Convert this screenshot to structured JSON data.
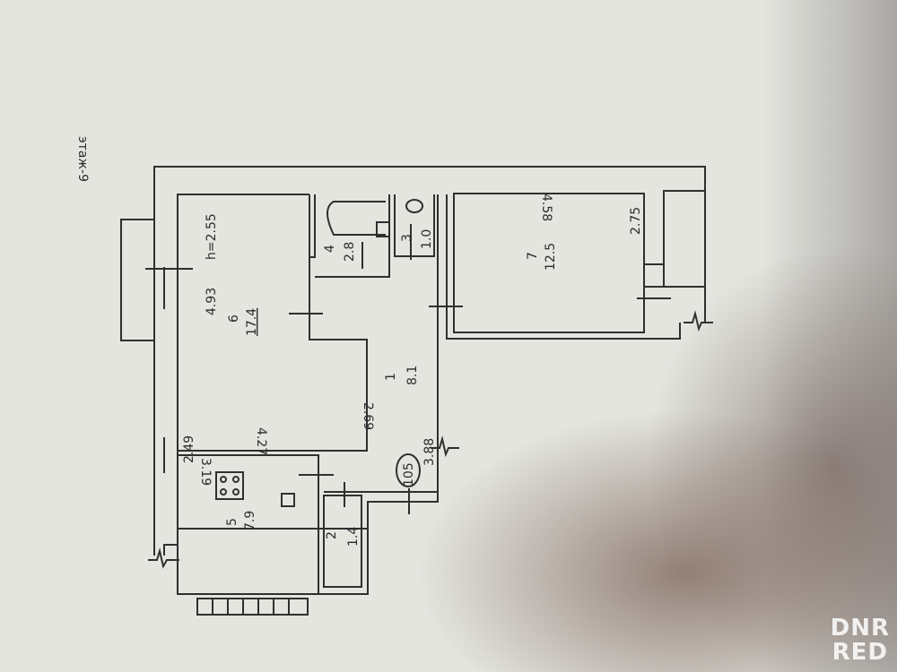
{
  "floor_label": "этаж-9",
  "ceiling_height": "h=2.55",
  "apartment_number": "105",
  "rooms": [
    {
      "num": "1",
      "area": "8.1"
    },
    {
      "num": "2",
      "area": "1.4"
    },
    {
      "num": "3",
      "area": "1.0"
    },
    {
      "num": "4",
      "area": "2.8"
    },
    {
      "num": "5",
      "area": "7.9"
    },
    {
      "num": "6",
      "area": "17.4"
    },
    {
      "num": "7",
      "area": "12.5"
    }
  ],
  "dimensions": {
    "room6_length": "4.93",
    "room6_width": "4.27",
    "room5_width": "3.19",
    "room5_length": "2.49",
    "hall_width": "2.69",
    "hall_length": "3.88",
    "room7_length": "4.58",
    "room7_width": "2.75"
  },
  "watermark": {
    "line1": "DNR",
    "line2": "RED"
  }
}
